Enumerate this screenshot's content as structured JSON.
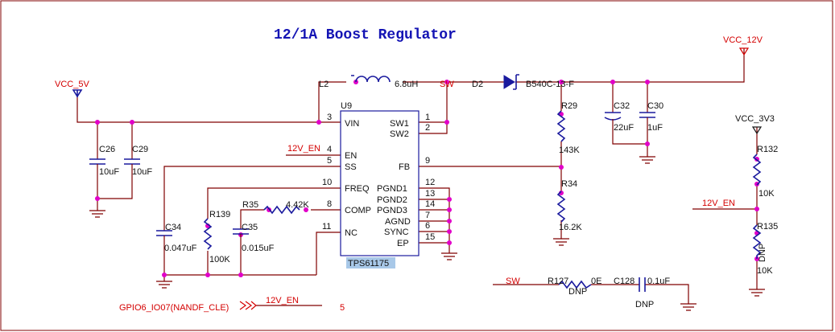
{
  "title": "12/1A Boost Regulator",
  "nets": {
    "vcc_5v": "VCC_5V",
    "vcc_12v": "VCC_12V",
    "vcc_3v3": "VCC_3V3",
    "sw": "SW",
    "en_12v": "12V_EN",
    "gpio": "GPIO6_IO07(NANDF_CLE)"
  },
  "ic": {
    "ref": "U9",
    "part": "TPS61175",
    "left_pins": [
      {
        "num": "3",
        "name": "VIN"
      },
      {
        "num": "4",
        "name": "EN"
      },
      {
        "num": "5",
        "name": "SS"
      },
      {
        "num": "10",
        "name": "FREQ"
      },
      {
        "num": "8",
        "name": "COMP"
      },
      {
        "num": "11",
        "name": "NC"
      }
    ],
    "right_pins": [
      {
        "num": "1",
        "name": "SW1"
      },
      {
        "num": "2",
        "name": "SW2"
      },
      {
        "num": "9",
        "name": "FB"
      },
      {
        "num": "12",
        "name": "PGND1"
      },
      {
        "num": "13",
        "name": "PGND2"
      },
      {
        "num": "14",
        "name": "PGND3"
      },
      {
        "num": "7",
        "name": "AGND"
      },
      {
        "num": "6",
        "name": "SYNC"
      },
      {
        "num": "15",
        "name": "EP"
      }
    ]
  },
  "components": {
    "L2": {
      "ref": "L2",
      "value": "6.8uH"
    },
    "D2": {
      "ref": "D2",
      "value": "B540C-13-F"
    },
    "C26": {
      "ref": "C26",
      "value": "10uF"
    },
    "C29": {
      "ref": "C29",
      "value": "10uF"
    },
    "C32": {
      "ref": "C32",
      "value": "22uF"
    },
    "C30": {
      "ref": "C30",
      "value": "1uF"
    },
    "R29": {
      "ref": "R29",
      "value": "143K"
    },
    "R34": {
      "ref": "R34",
      "value": "16.2K"
    },
    "C34": {
      "ref": "C34",
      "value": "0.047uF"
    },
    "R139": {
      "ref": "R139",
      "value": "100K"
    },
    "C35": {
      "ref": "C35",
      "value": "0.015uF"
    },
    "R35": {
      "ref": "R35",
      "value": "4.42K"
    },
    "R132": {
      "ref": "R132",
      "value": "10K"
    },
    "R135": {
      "ref": "R135",
      "value": "10K",
      "note": "DNP"
    },
    "R127": {
      "ref": "R127",
      "value": "0E",
      "note": "DNP"
    },
    "C128": {
      "ref": "C128",
      "value": "0.1uF",
      "note": "DNP"
    }
  },
  "extra_label": "5"
}
